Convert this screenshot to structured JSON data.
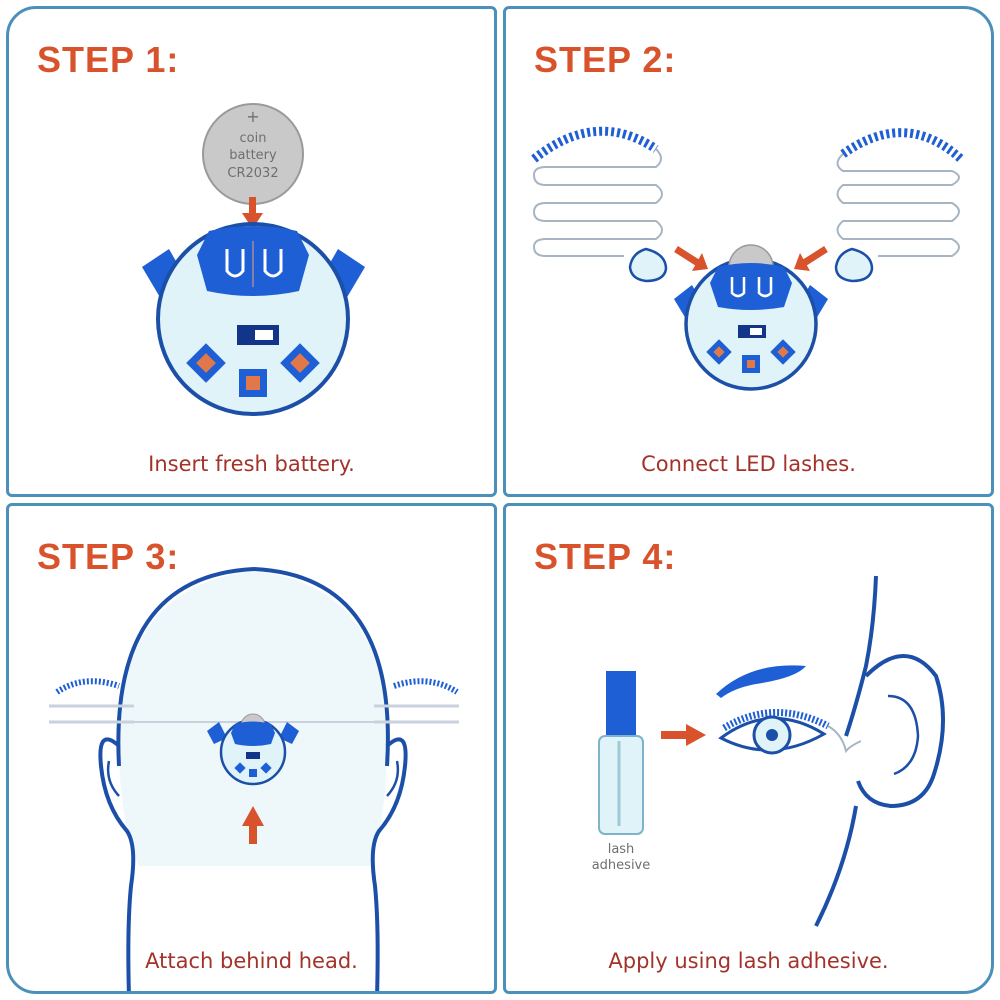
{
  "panels": [
    {
      "title": "STEP 1:",
      "caption": "Insert fresh battery."
    },
    {
      "title": "STEP 2:",
      "caption": "Connect LED lashes."
    },
    {
      "title": "STEP 3:",
      "caption": "Attach behind head."
    },
    {
      "title": "STEP 4:",
      "caption": "Apply using lash adhesive."
    }
  ],
  "battery": {
    "plus": "+",
    "line1": "coin",
    "line2": "battery",
    "line3": "CR2032"
  },
  "adhesive": {
    "line1": "lash",
    "line2": "adhesive"
  },
  "colors": {
    "accent": "#d8532b",
    "caption": "#a3332a",
    "border": "#4a90b8",
    "blue": "#1f5fd6",
    "lightblue": "#dff3f8",
    "outline": "#1c4fa8"
  }
}
